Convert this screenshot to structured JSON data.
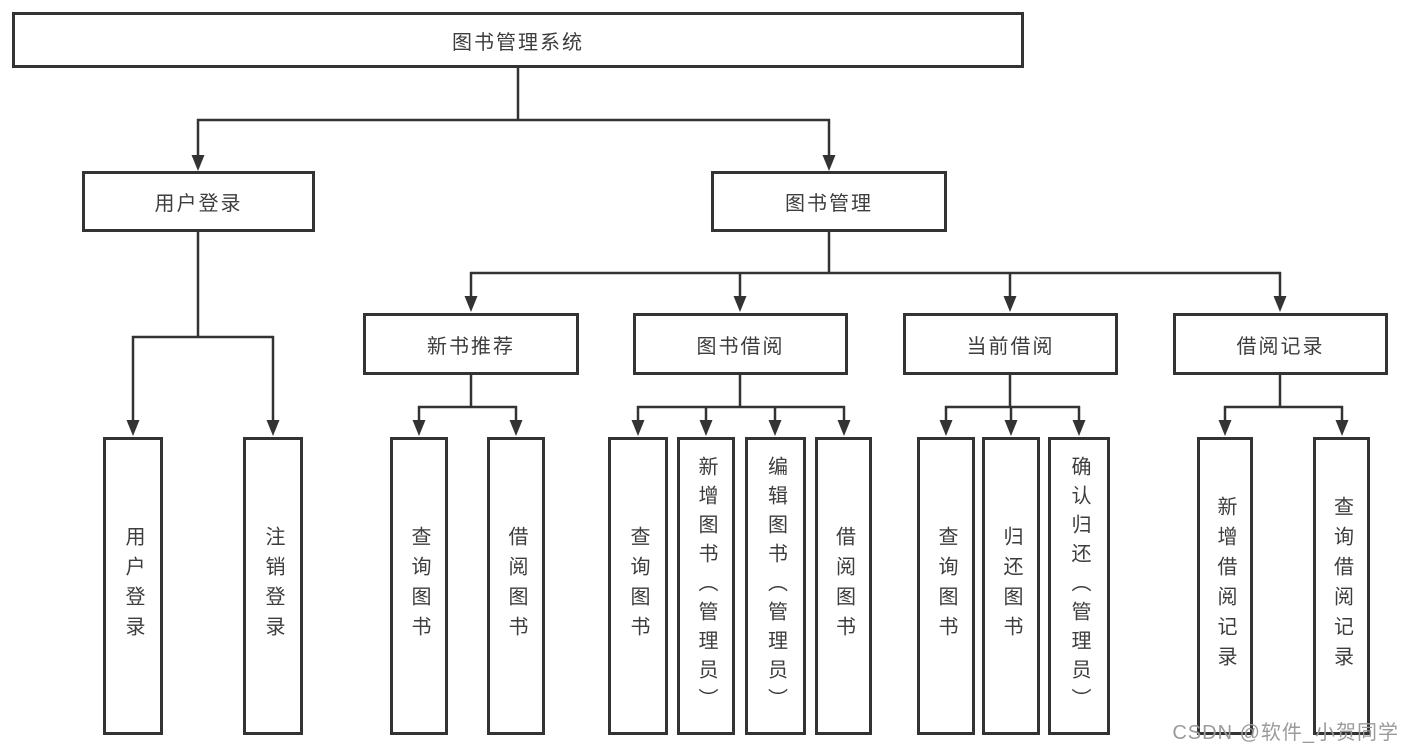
{
  "diagram": {
    "root": {
      "label": "图书管理系统"
    },
    "level2": [
      {
        "label": "用户登录"
      },
      {
        "label": "图书管理"
      }
    ],
    "level3": [
      {
        "label": "新书推荐"
      },
      {
        "label": "图书借阅"
      },
      {
        "label": "当前借阅"
      },
      {
        "label": "借阅记录"
      }
    ],
    "leaves": {
      "user_login": [
        "用户登录",
        "注销登录"
      ],
      "new_book": [
        "查询图书",
        "借阅图书"
      ],
      "book_borrow": [
        "查询图书",
        "新增图书（管理员）",
        "编辑图书（管理员）",
        "借阅图书"
      ],
      "current_borrow": [
        "查询图书",
        "归还图书",
        "确认归还（管理员）"
      ],
      "borrow_record": [
        "新增借阅记录",
        "查询借阅记录"
      ]
    }
  },
  "watermark": "CSDN @软件_小贺同学",
  "colors": {
    "line": "#333333",
    "text": "#3d3d3d",
    "watermark_text": "#9b9b9b",
    "background": "#ffffff"
  }
}
